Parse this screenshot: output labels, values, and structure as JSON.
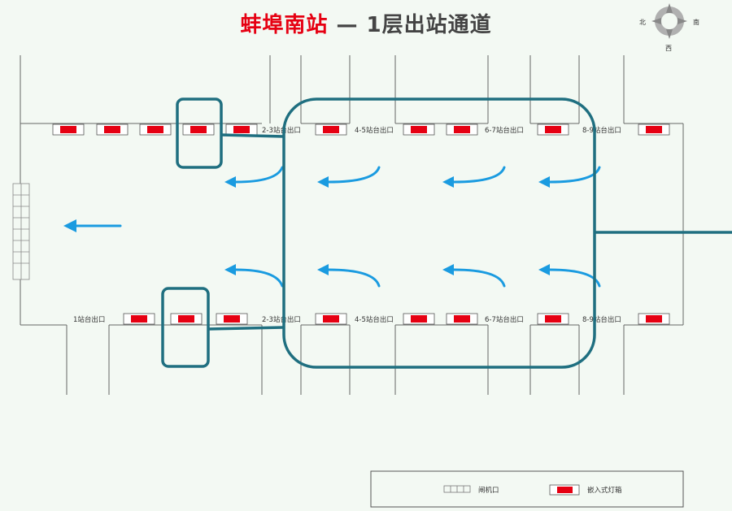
{
  "title": {
    "station": "蚌埠南站",
    "separator": "—",
    "subtitle": "1层出站通道"
  },
  "compass": {
    "north": "北",
    "south": "南",
    "west": "西"
  },
  "exit_labels_top": [
    "2-3站台出口",
    "4-5站台出口",
    "6-7站台出口",
    "8-9站台出口"
  ],
  "exit_labels_bottom": [
    "1站台出口",
    "2-3站台出口",
    "4-5站台出口",
    "6-7站台出口",
    "8-9站台出口"
  ],
  "legend": {
    "gate": "闸机口",
    "lightbox": "嵌入式灯箱"
  },
  "colors": {
    "lightbox": "#e60012",
    "arrow": "#1a9be0",
    "highlight": "#1f6f80",
    "wall": "#666666"
  }
}
